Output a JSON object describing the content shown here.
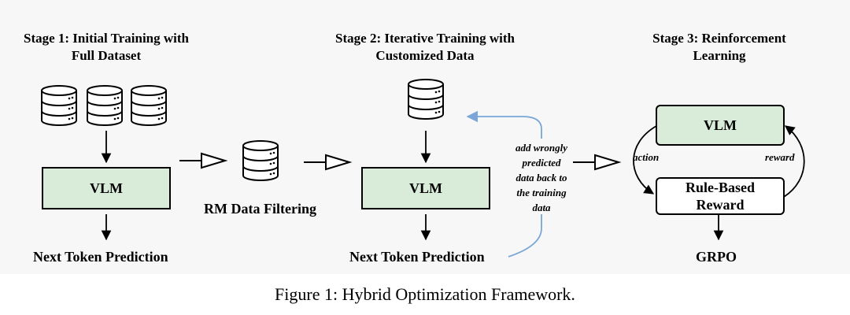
{
  "stage1": {
    "title_line1": "Stage 1: Initial Training with",
    "title_line2": "Full Dataset",
    "model": "VLM",
    "output": "Next Token Prediction"
  },
  "filter": {
    "label": "RM Data Filtering"
  },
  "stage2": {
    "title_line1": "Stage 2: Iterative Training with",
    "title_line2": "Customized Data",
    "model": "VLM",
    "output": "Next Token Prediction",
    "feedback_note": [
      "add wrongly",
      "predicted",
      "data back to",
      "the training",
      "data"
    ]
  },
  "stage3": {
    "title_line1": "Stage 3: Reinforcement",
    "title_line2": "Learning",
    "model": "VLM",
    "reward_box_line1": "Rule-Based",
    "reward_box_line2": "Reward",
    "action_label": "action",
    "reward_label": "reward",
    "output": "GRPO"
  },
  "caption": "Figure 1: Hybrid Optimization Framework.",
  "colors": {
    "model_fill": "#d9ecd9",
    "feedback_arrow": "#7aa6d8",
    "background": "#f7f7f7"
  }
}
